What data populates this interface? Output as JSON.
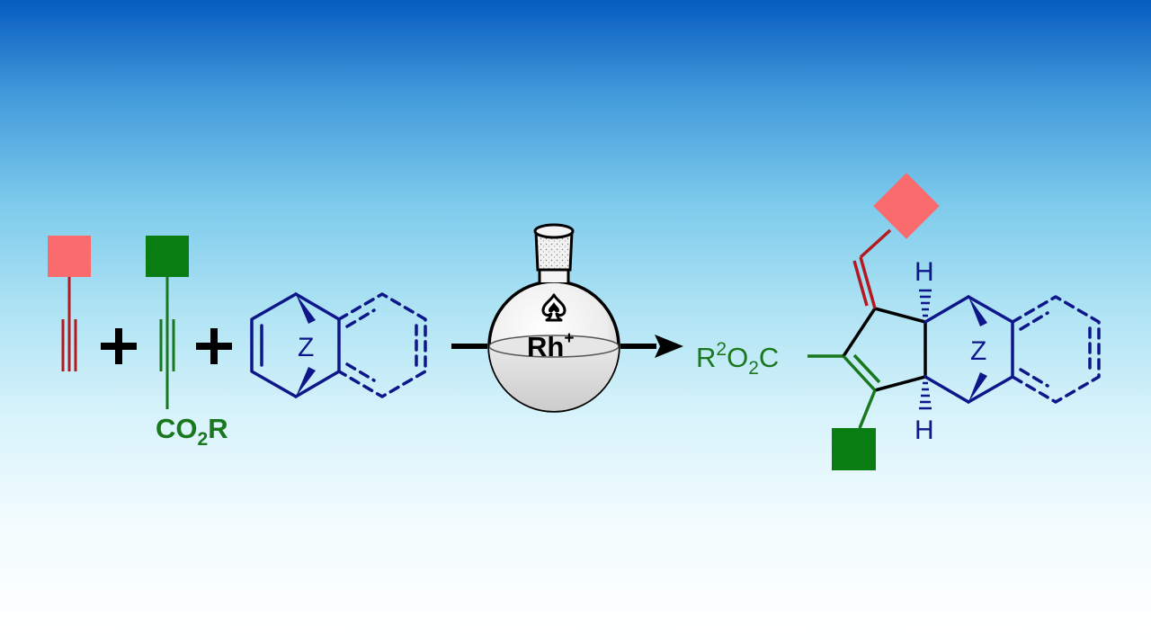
{
  "scheme": {
    "reactant2_label": "CO",
    "reactant2_sub": "2",
    "reactant2_tail": "R",
    "bridge_label": "Z",
    "catalyst": "Rh",
    "catalyst_charge": "+",
    "product_ester_R": "R",
    "product_ester_sup": "2",
    "product_ester_O": "O",
    "product_ester_sub": "2",
    "product_ester_C": "C",
    "product_bridge_label": "Z",
    "h_top": "H",
    "h_bottom": "H"
  },
  "colors": {
    "red": "#b3191e",
    "pink_square": "#f96b6d",
    "green": "#19781e",
    "green_square": "#0a7d12",
    "navy": "#0e178a",
    "black": "#000000"
  },
  "icons": [
    "alkyne-1",
    "alkyne-2",
    "norbornadiene",
    "round-bottom-flask",
    "reaction-arrow",
    "cyclopentene-product"
  ]
}
